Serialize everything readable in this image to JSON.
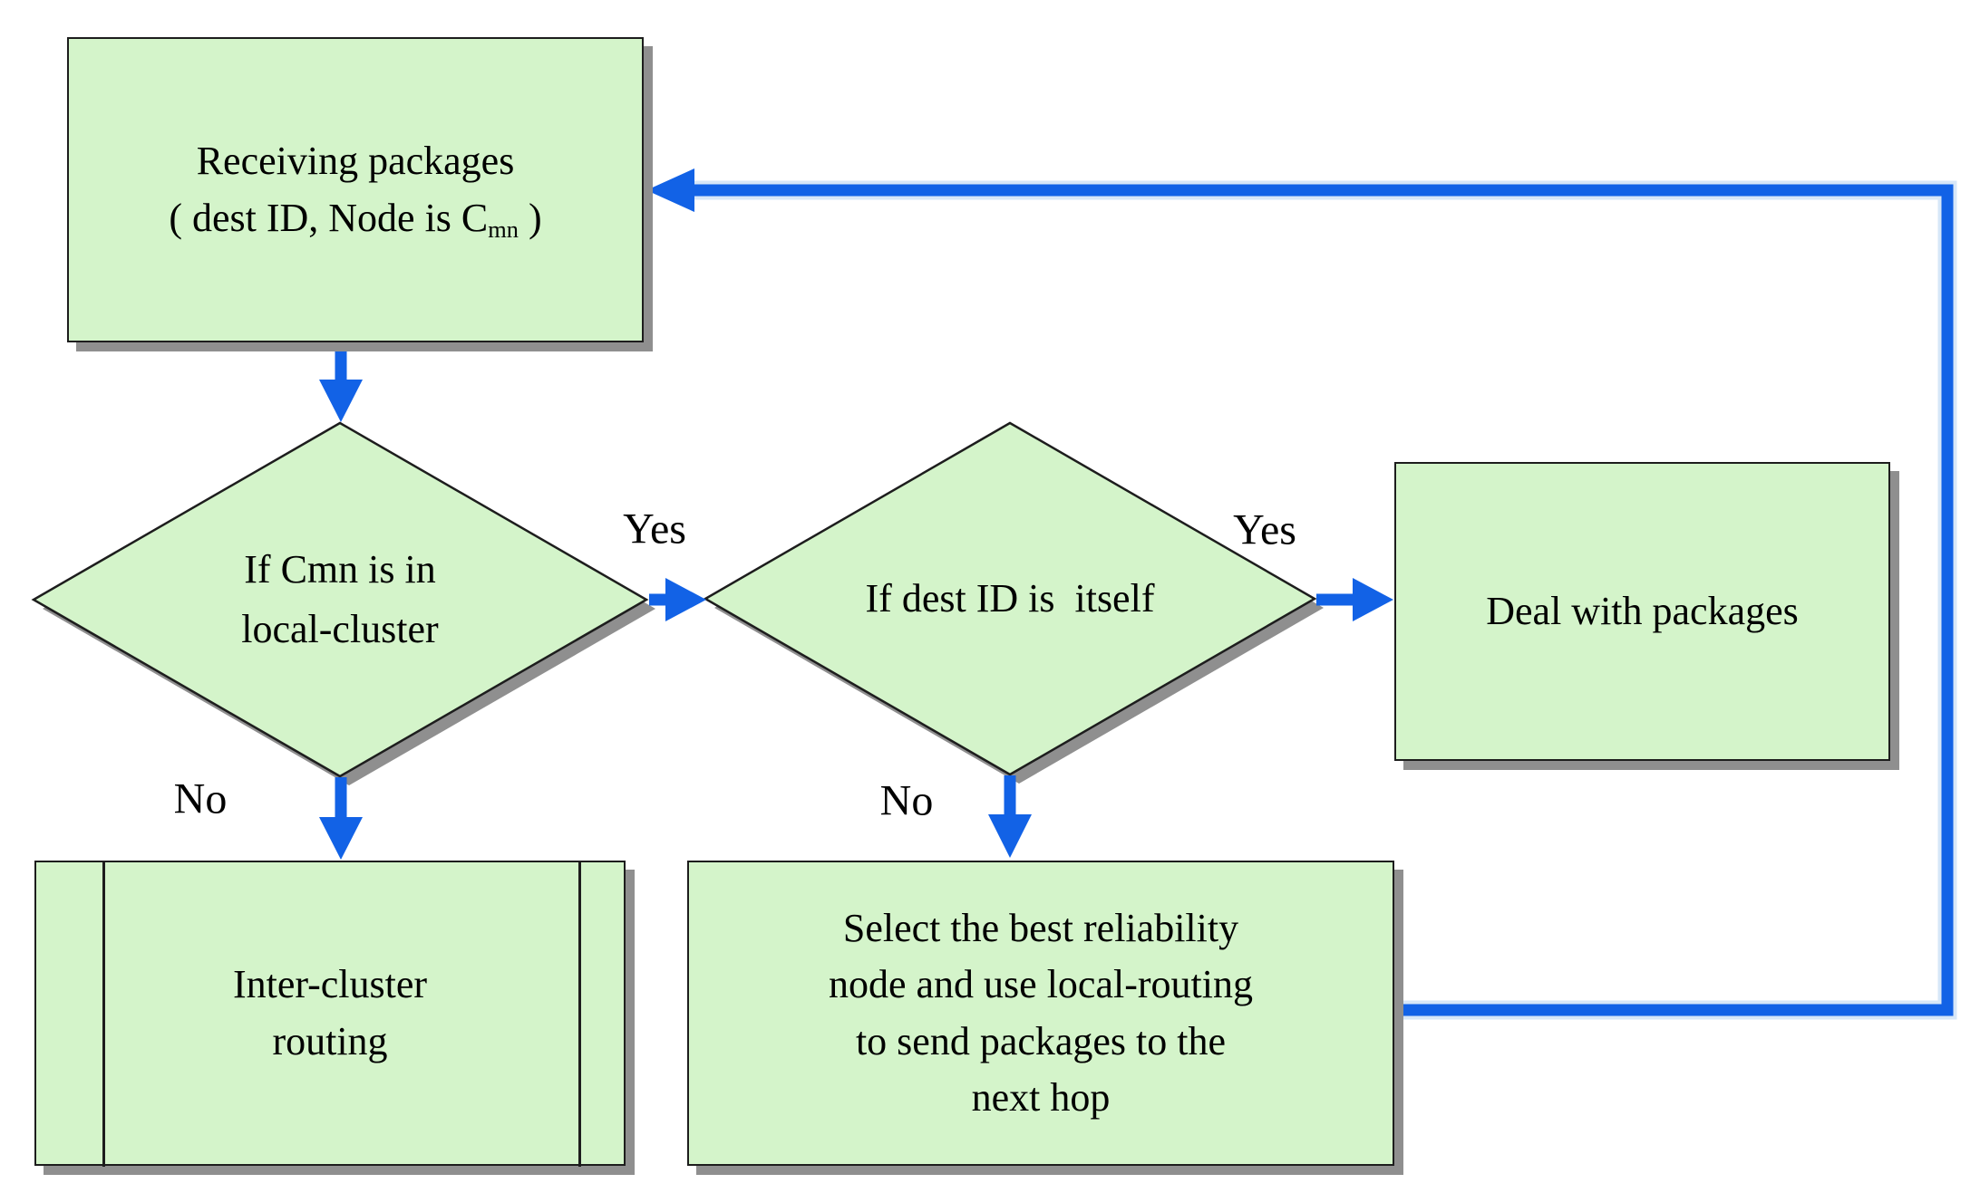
{
  "diagram": {
    "colors": {
      "background": "#ffffff",
      "node-fill": "#d4f4ca",
      "node-border": "#1d1d1d",
      "shadow": "#8f8f8f",
      "arrow": "#1262e6",
      "halo": "#d7e7f8",
      "text": "#000000"
    },
    "nodes": {
      "receiving": {
        "line1": "Receiving packages",
        "line2_prefix": "( dest ID, Node is C",
        "line2_sub": "mn",
        "line2_suffix": " )"
      },
      "decision_local_cluster": {
        "line1": "If Cmn is in",
        "line2": "local-cluster"
      },
      "decision_dest_id": {
        "line1": "If dest ID is  itself"
      },
      "deal_with_packages": {
        "line1": "Deal with packages"
      },
      "inter_cluster_routing": {
        "line1": "Inter-cluster",
        "line2": "routing"
      },
      "select_best_node": {
        "line1": "Select the best reliability",
        "line2": "node and use local-routing",
        "line3": "to send packages to the",
        "line4": "next hop"
      }
    },
    "edge_labels": {
      "yes1": "Yes",
      "yes2": "Yes",
      "no1": "No",
      "no2": "No"
    }
  }
}
